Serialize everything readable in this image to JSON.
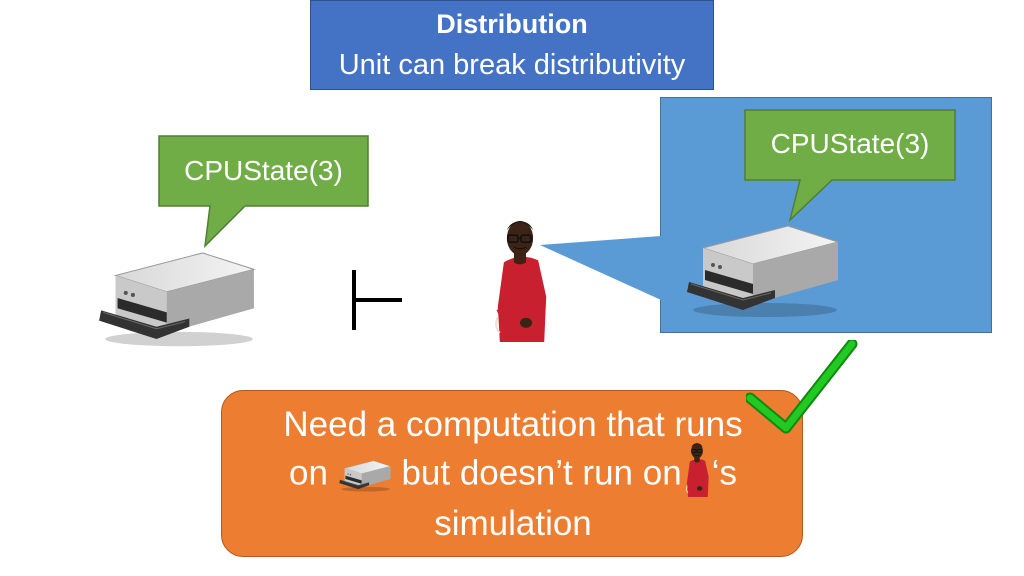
{
  "title": {
    "heading": "Distribution",
    "subtitle": "Unit can break distributivity"
  },
  "left_callout": {
    "label": "CPUState(3)"
  },
  "right_callout": {
    "label": "CPUState(3)"
  },
  "turnstile_symbol": "⊢",
  "conclusion": {
    "line1": "Need a computation that runs",
    "line2_prefix": "on",
    "line2_middle": "but doesn’t run on",
    "line2_suffix": "‘s",
    "line3": "simulation"
  },
  "colors": {
    "title_bg": "#4472c4",
    "simulation_bg": "#5b9bd5",
    "callout_green": "#70ad47",
    "conclusion_bg": "#ed7d31",
    "checkmark": "#22c922"
  }
}
